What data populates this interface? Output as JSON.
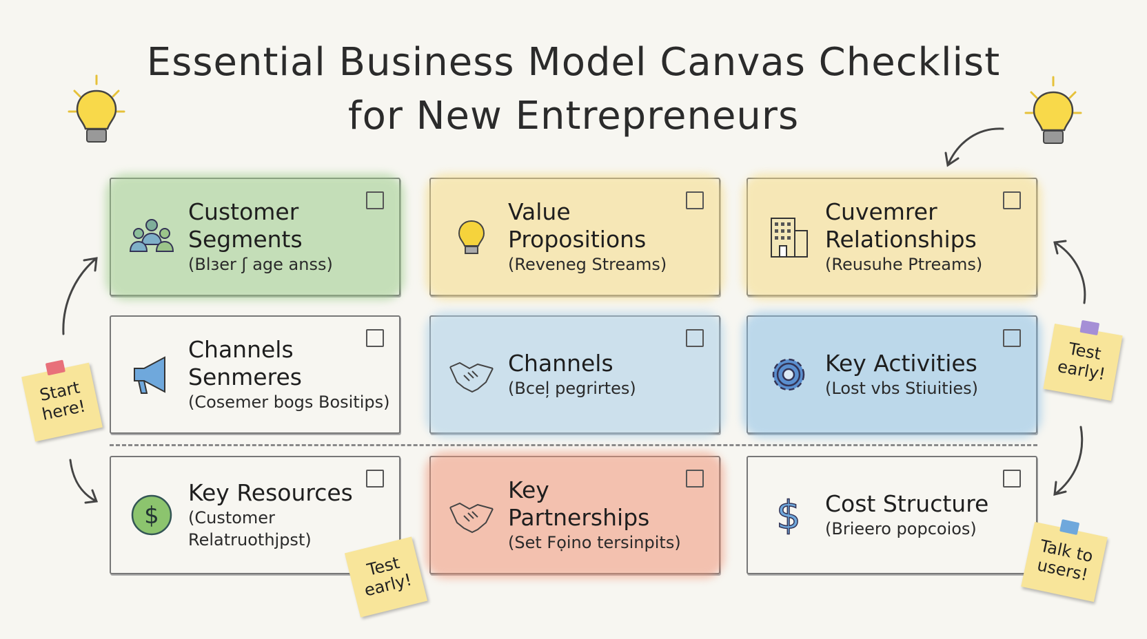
{
  "title": {
    "line1": "Essential Business Model Canvas Checklist",
    "line2": "for New Entrepreneurs"
  },
  "cards": [
    {
      "heading": "Customer Segments",
      "sub": "(Blзer ʃ age anss)",
      "icon": "people-icon",
      "color": "#9ccc8a",
      "checked": false
    },
    {
      "heading": "Value Propositions",
      "sub": "(Reveneg Streams)",
      "icon": "lightbulb-icon",
      "color": "#f6dc86",
      "checked": false
    },
    {
      "heading": "Cuvemrer Relationships",
      "sub": "(Reusuhe Ptreams)",
      "icon": "building-icon",
      "color": "#f6dc86",
      "checked": false
    },
    {
      "heading": "Channels Senmeres",
      "sub": "(Cosemer bogs Bositips)",
      "icon": "megaphone-icon",
      "color": "",
      "checked": false
    },
    {
      "heading": "Channels",
      "sub": "(Bceļ pegrirtes)",
      "icon": "handshake-icon",
      "color": "#a9cfe8",
      "checked": false
    },
    {
      "heading": "Key Activities",
      "sub": "(Lost vbs Stiuities)",
      "icon": "gear-icon",
      "color": "#8cc0e6",
      "checked": false
    },
    {
      "heading": "Key Resources",
      "sub": "(Customer Relatruothjpst)",
      "icon": "dollar-coin-icon",
      "color": "",
      "checked": false
    },
    {
      "heading": "Key Partnerships",
      "sub": "(Set Fọino tersinpits)",
      "icon": "handshake-icon",
      "color": "#f0967a",
      "checked": false
    },
    {
      "heading": "Cost Structure",
      "sub": "(Brieero popcoios)",
      "icon": "dollar-icon",
      "color": "",
      "checked": false
    }
  ],
  "notes": [
    {
      "text": "Start here!",
      "pin": "#e8707a"
    },
    {
      "text": "Test early!",
      "pin": "#a58fd6"
    },
    {
      "text": "Test early!",
      "pin": ""
    },
    {
      "text": "Talk to users!",
      "pin": "#6fa8dc"
    }
  ]
}
